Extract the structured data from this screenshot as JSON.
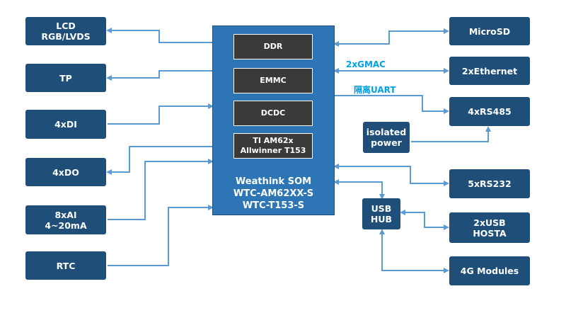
{
  "colors": {
    "box": "#1f4e79",
    "som": "#2e75b6",
    "chip": "#3a3a3a",
    "wire": "#5b9bd5",
    "annotation": "#00a0e9"
  },
  "som": {
    "title": "Weathink  SOM\nWTC-AM62XX-S\nWTC-T153-S",
    "chips": [
      "DDR",
      "EMMC",
      "DCDC",
      "TI AM62x\nAllwinner T153"
    ]
  },
  "left_blocks": [
    "LCD\nRGB/LVDS",
    "TP",
    "4xDI",
    "4xDO",
    "8xAI\n4~20mA",
    "RTC"
  ],
  "right_blocks": [
    "MicroSD",
    "2xEthernet",
    "4xRS485",
    "isolated\npower",
    "5xRS232",
    "USB\nHUB",
    "2xUSB\nHOSTA",
    "4G Modules"
  ],
  "annotations": {
    "gmac": "2xGMAC",
    "uart": "隔离UART"
  }
}
